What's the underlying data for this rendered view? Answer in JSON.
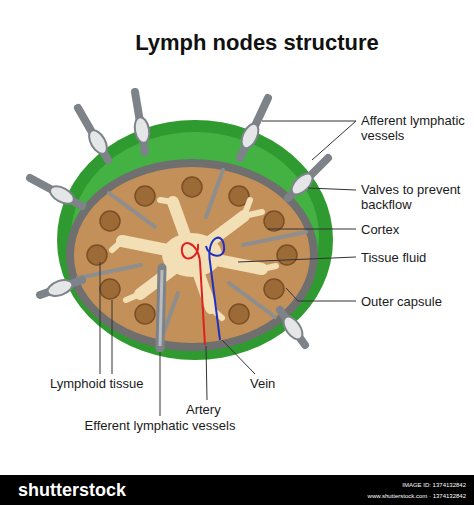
{
  "diagram": {
    "title": "Lymph nodes structure",
    "labels": [
      "Afferent lymphatic vessels",
      "Valves to prevent backflow",
      "Cortex",
      "Tissue fluid",
      "Outer capsule",
      "Lymphoid tissue",
      "Vein",
      "Artery",
      "Efferent lymphatic vessels",
      "shutterstock",
      "IMAGE ID: 1374132842",
      "www.shutterstock.com · 1374132842"
    ]
  }
}
